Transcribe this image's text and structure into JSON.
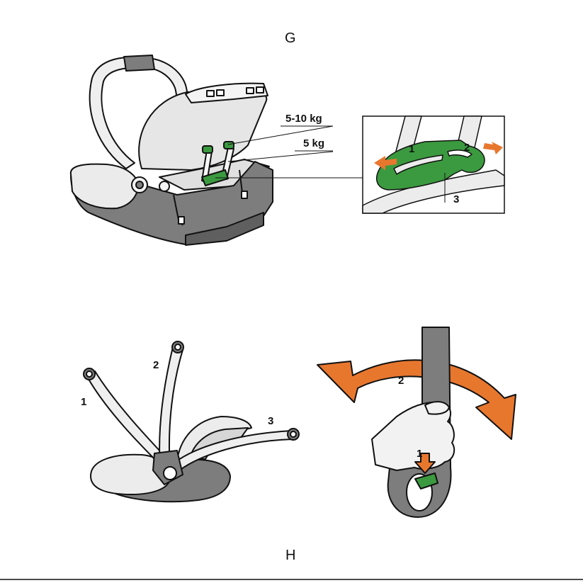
{
  "figure_g": {
    "letter": "G",
    "weight_large": "5-10 kg",
    "weight_small": "5 kg",
    "detail_labels": [
      "1",
      "2",
      "3"
    ]
  },
  "figure_h": {
    "letter": "H",
    "handle_labels": [
      "1",
      "2",
      "3"
    ],
    "hand_labels": [
      "1",
      "2"
    ]
  },
  "colors": {
    "seat_dark": "#7d7d7d",
    "seat_light": "#ececec",
    "clip_green": "#3b9a3f",
    "arrow_orange": "#e8772e",
    "outline": "#111111"
  }
}
